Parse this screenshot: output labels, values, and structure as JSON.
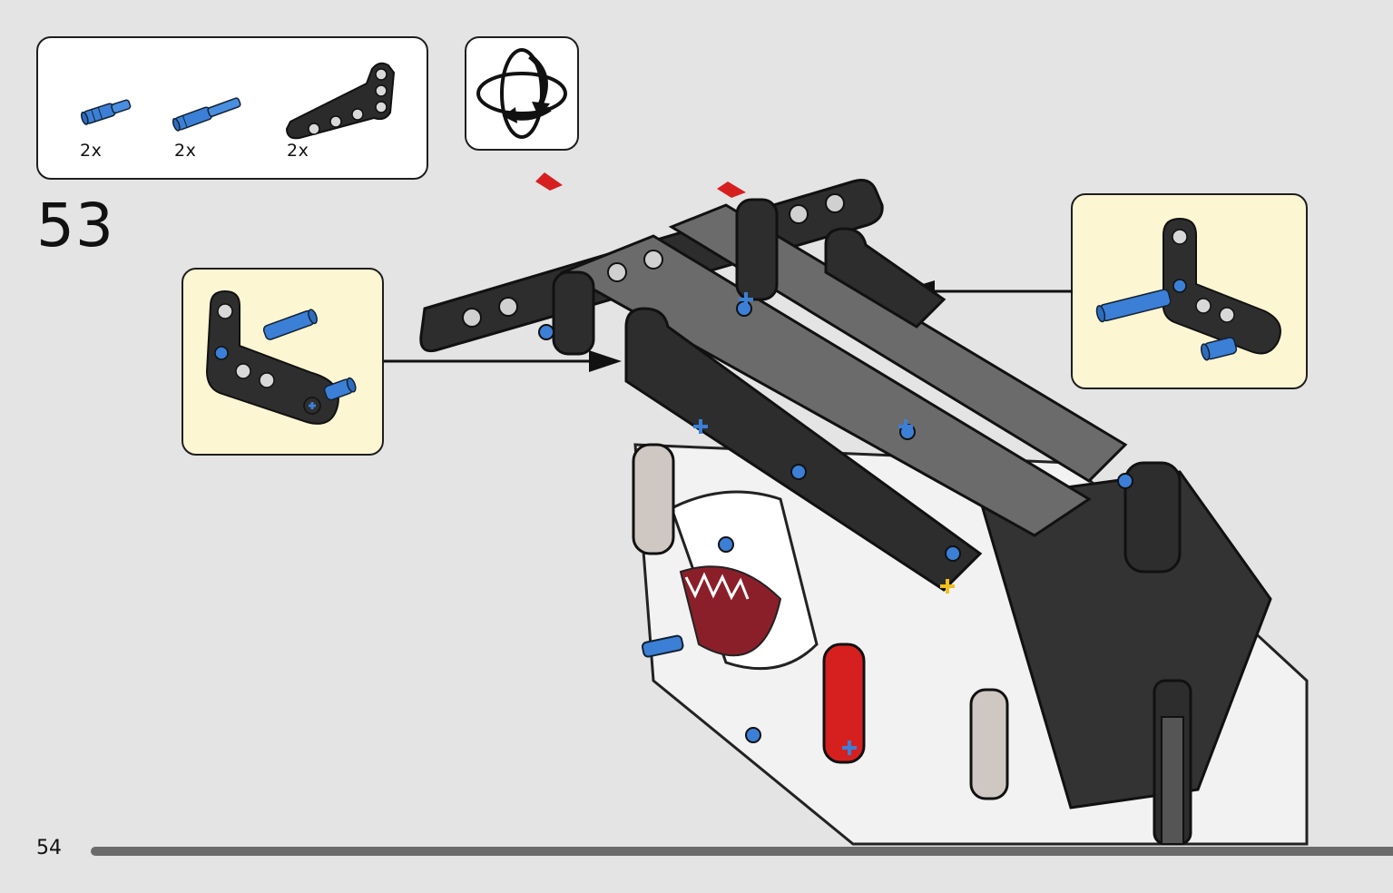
{
  "parts_list": {
    "items": [
      {
        "qty": "2x",
        "icon": "blue-pin-icon",
        "color": "#3c7fd6"
      },
      {
        "qty": "2x",
        "icon": "blue-long-pin-icon",
        "color": "#3c7fd6"
      },
      {
        "qty": "2x",
        "icon": "black-l-beam-icon",
        "color": "#2b2b2b"
      }
    ]
  },
  "rotate_icon": "rotate-model-icon",
  "step": {
    "number": "53"
  },
  "page": {
    "number": "54"
  },
  "colors": {
    "background": "#e4e4e4",
    "callout": "#fdf6d3",
    "beam_dark": "#2f2f2f",
    "beam_grey": "#666666",
    "pin_blue": "#3c7fd6",
    "accent_red": "#d62020"
  }
}
